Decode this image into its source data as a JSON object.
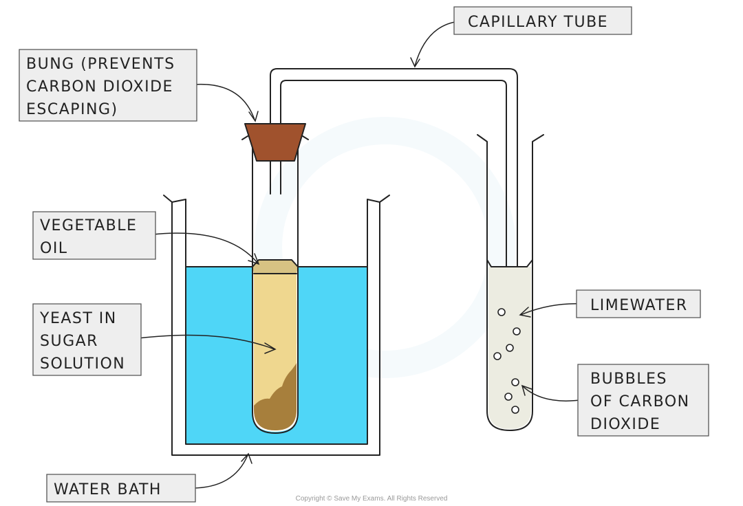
{
  "labels": {
    "capillary_tube": [
      "CAPILLARY TUBE"
    ],
    "bung": [
      "BUNG (PREVENTS",
      "CARBON DIOXIDE",
      "ESCAPING)"
    ],
    "vegetable_oil": [
      "VEGETABLE",
      "OIL"
    ],
    "yeast": [
      "YEAST IN",
      "SUGAR",
      "SOLUTION"
    ],
    "limewater": [
      "LIMEWATER"
    ],
    "bubbles": [
      "BUBBLES",
      "OF CARBON",
      "DIOXIDE"
    ],
    "water_bath": [
      "WATER BATH"
    ]
  },
  "copyright": "Copyright © Save My Exams. All Rights Reserved",
  "colors": {
    "water": "#4fd6f7",
    "bung": "#a0522d",
    "oil": "#d7c283",
    "yeast_solution": "#efd78f",
    "yeast_sediment": "#a77f3c",
    "limewater": "#ecece1",
    "label_fill": "#eeeeee"
  }
}
